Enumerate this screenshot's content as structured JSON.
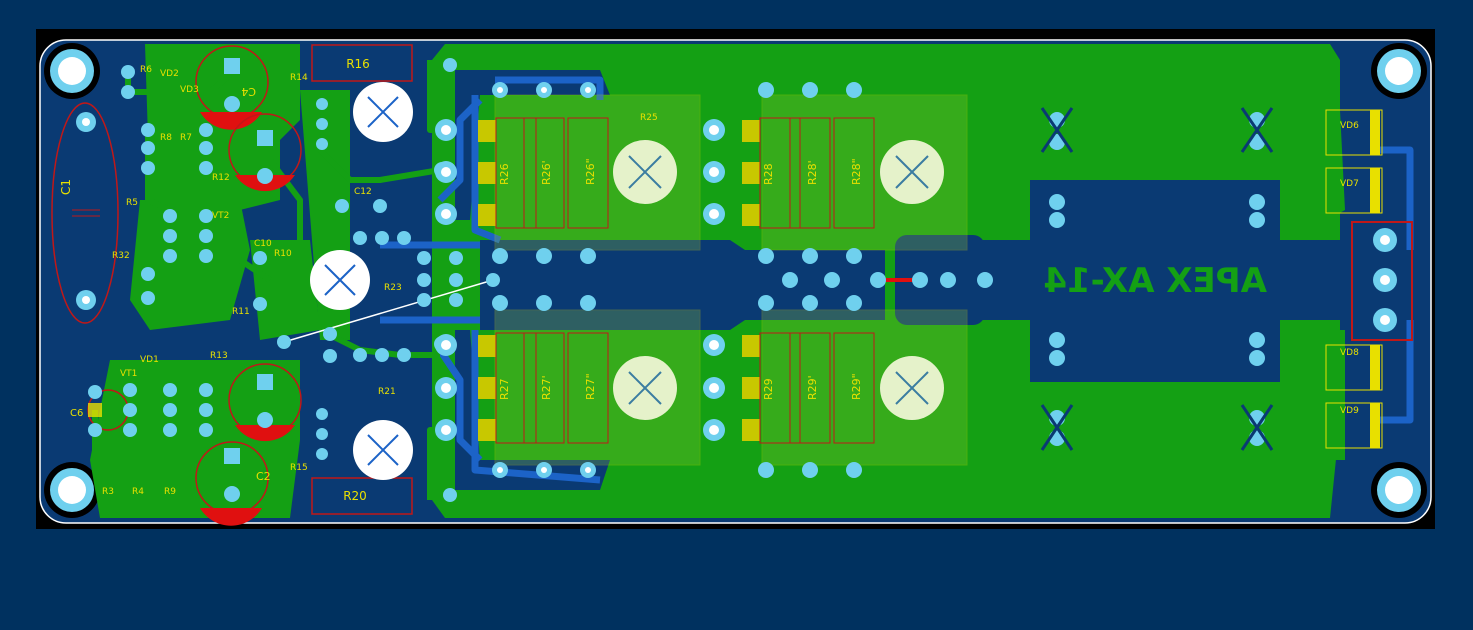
{
  "board": {
    "name": "APEX AX-14",
    "colors": {
      "background": "#00315f",
      "board": "#0a3a73",
      "copper_top": "#14a014",
      "copper_bottom": "#1c63c7",
      "silkscreen": "#e8e000",
      "assembly": "#c01818",
      "pad": "#6fd0ee",
      "hole": "#ffffff",
      "board_edge": "#ffffff"
    }
  },
  "silkscreen_labels": {
    "r16": "R16",
    "r20": "R20",
    "r14": "R14",
    "r15": "R15",
    "c4": "C4",
    "c2": "C2",
    "c1": "C1",
    "c6": "C6",
    "c10": "C10",
    "c12": "C12",
    "r26a": "R26",
    "r26b": "R26'",
    "r26c": "R26\"",
    "r27a": "R27",
    "r27b": "R27'",
    "r27c": "R27\"",
    "r28a": "R28",
    "r28b": "R28'",
    "r28c": "R28\"",
    "r29a": "R29",
    "r29b": "R29'",
    "r29c": "R29\"",
    "vd6": "VD6",
    "vd7": "VD7",
    "vd8": "VD8",
    "vd9": "VD9",
    "vd1": "VD1",
    "vd2": "VD2",
    "vd3": "VD3",
    "r3": "R3",
    "r4": "R4",
    "r9": "R9",
    "r7": "R7",
    "r8": "R8",
    "r5": "R5",
    "r6": "R6",
    "r10": "R10",
    "r11": "R11",
    "r12": "R12",
    "r13": "R13",
    "r21": "R21",
    "r23": "R23",
    "r25": "R25",
    "r32": "R32",
    "vt1": "VT1",
    "vt2": "VT2"
  }
}
